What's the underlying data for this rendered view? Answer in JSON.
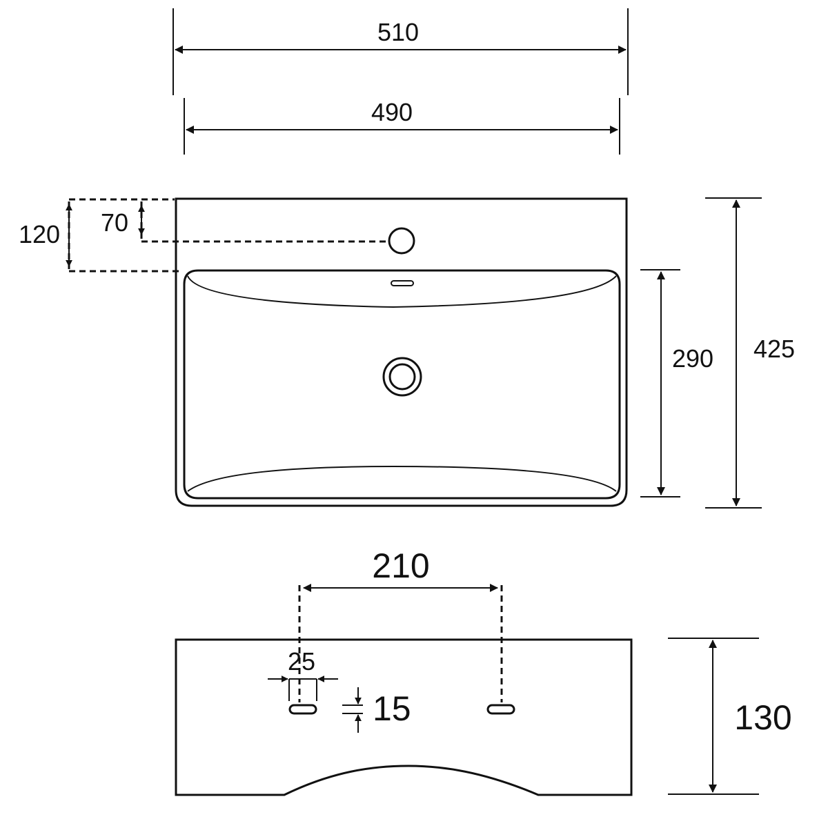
{
  "dimensions": {
    "outer_width": "510",
    "inner_width": "490",
    "hole_offset": "70",
    "deck_depth": "120",
    "bowl_depth": "290",
    "total_depth": "425",
    "bracket_spacing": "210",
    "slot_width": "25",
    "slot_height": "15",
    "height": "130"
  }
}
